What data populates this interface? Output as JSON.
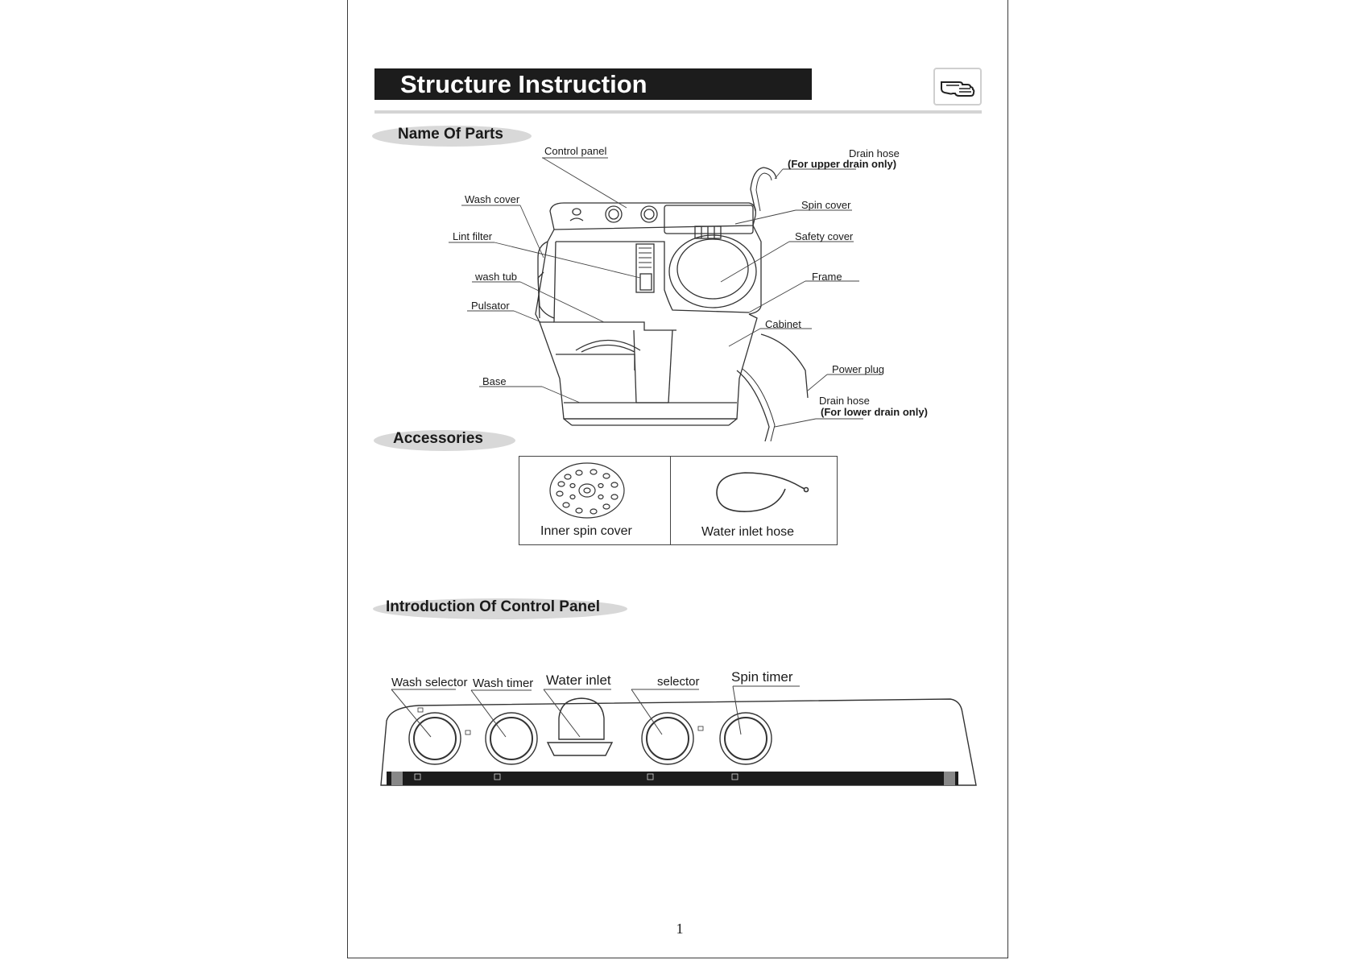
{
  "title": "Structure Instruction",
  "sections": {
    "name_of_parts": "Name Of Parts",
    "accessories": "Accessories",
    "control_panel_intro": "Introduction  Of Control Panel"
  },
  "parts": {
    "control_panel": "Control panel",
    "drain_hose_upper": "Drain hose",
    "drain_hose_upper_note": "(For upper drain only)",
    "wash_cover": "Wash cover",
    "spin_cover": "Spin cover",
    "lint_filter": "Lint filter",
    "safety_cover": "Safety cover",
    "wash_tub": "wash tub",
    "frame": "Frame",
    "pulsator": "Pulsator",
    "cabinet": "Cabinet",
    "power_plug": "Power plug",
    "base": "Base",
    "drain_hose_lower": "Drain hose",
    "drain_hose_lower_note": "(For lower drain only)"
  },
  "accessories": {
    "inner_spin_cover": "Inner spin cover",
    "water_inlet_hose": "Water inlet hose"
  },
  "control_panel": {
    "wash_selector": "Wash selector",
    "wash_timer": "Wash timer",
    "water_inlet": "Water inlet",
    "selector": "selector",
    "spin_timer": "Spin timer"
  },
  "page_number": "1",
  "icons": {
    "header": "pointing-hand-icon"
  }
}
